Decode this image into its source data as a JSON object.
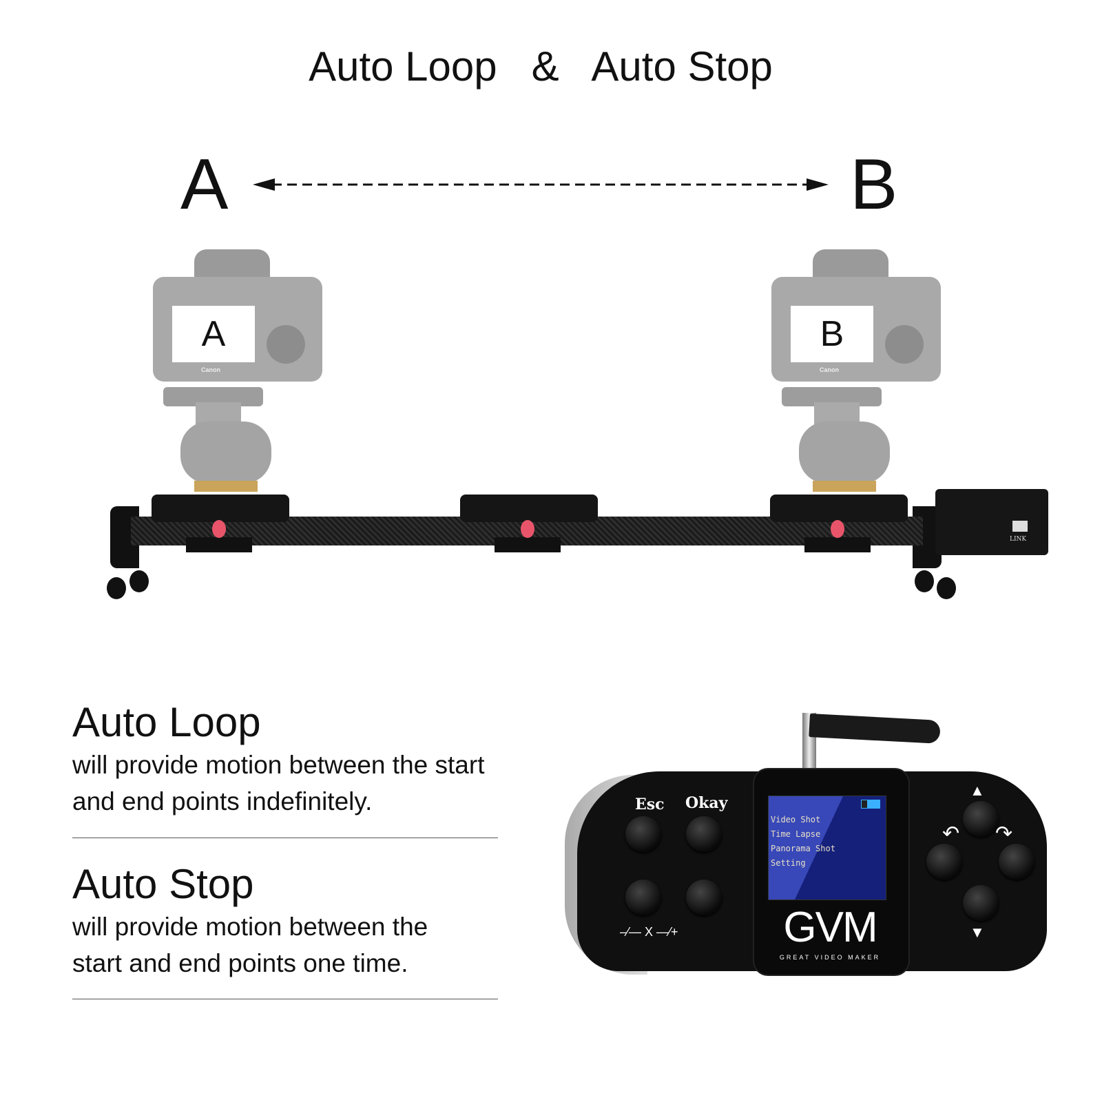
{
  "header": {
    "title": "Auto Loop   &   Auto Stop"
  },
  "diagram": {
    "point_a": "A",
    "point_b": "B",
    "camera_a_screen": "A",
    "camera_b_screen": "B",
    "camera_brand": "Canon",
    "motor_port_label": "LINK"
  },
  "features": [
    {
      "title": "Auto Loop",
      "lines": [
        "will provide motion between the start",
        "and end points indefinitely."
      ]
    },
    {
      "title": "Auto Stop",
      "lines": [
        "will provide motion between the",
        "start and end points one time."
      ]
    }
  ],
  "controller": {
    "esc_label": "Esc",
    "okay_label": "Okay",
    "axis_label": "–⁄— X —⁄+",
    "menu": [
      "Video Shot",
      "Time Lapse",
      "Panorama Shot",
      "Setting"
    ],
    "logo": "GVM",
    "tagline": "Great Video Maker",
    "screen_color": "#1a2b8a",
    "battery_color": "#3ab0ff"
  },
  "colors": {
    "knob": "#e8556b",
    "camera_gray": "#a9a9a9"
  }
}
